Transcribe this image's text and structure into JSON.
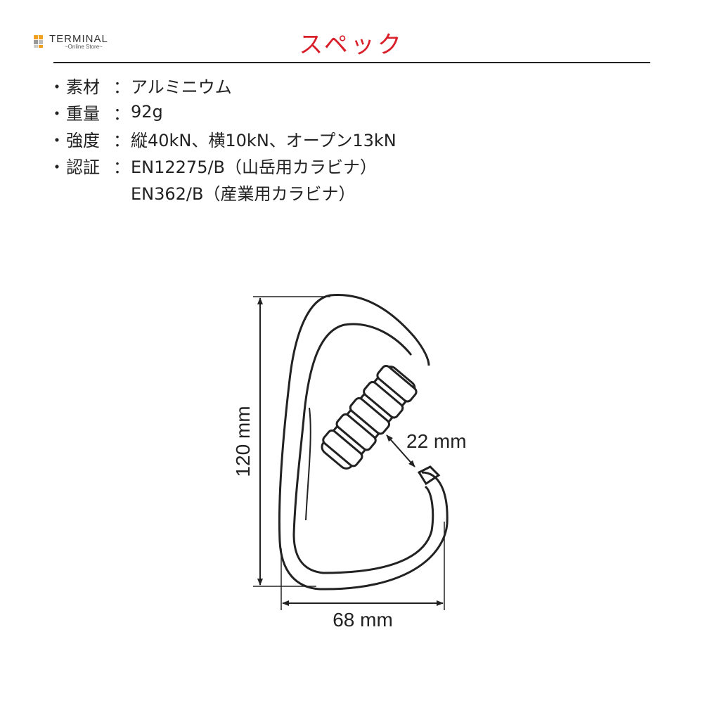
{
  "logo": {
    "name": "TERMINAL",
    "subtitle": "~Online Store~",
    "colors": [
      "#f0a020",
      "#f0a020",
      "#999999",
      "#bbbbbb",
      "#cccccc",
      "#f0a020"
    ]
  },
  "title": "スペック",
  "colors": {
    "title": "#d9202a",
    "ink": "#222222"
  },
  "specs": [
    {
      "bullet": "・",
      "label": "素材",
      "colon": "：",
      "value": "アルミニウム"
    },
    {
      "bullet": "・",
      "label": "重量",
      "colon": "：",
      "value": "92g"
    },
    {
      "bullet": "・",
      "label": "強度",
      "colon": "：",
      "value": "縦40kN、横10kN、オープン13kN"
    },
    {
      "bullet": "・",
      "label": "認証",
      "colon": "：",
      "value": "EN12275/B（山岳用カラビナ）"
    }
  ],
  "spec_continuation": "EN362/B（産業用カラビナ）",
  "dimensions": {
    "height": "120 mm",
    "width": "68 mm",
    "gate_opening": "22 mm"
  }
}
